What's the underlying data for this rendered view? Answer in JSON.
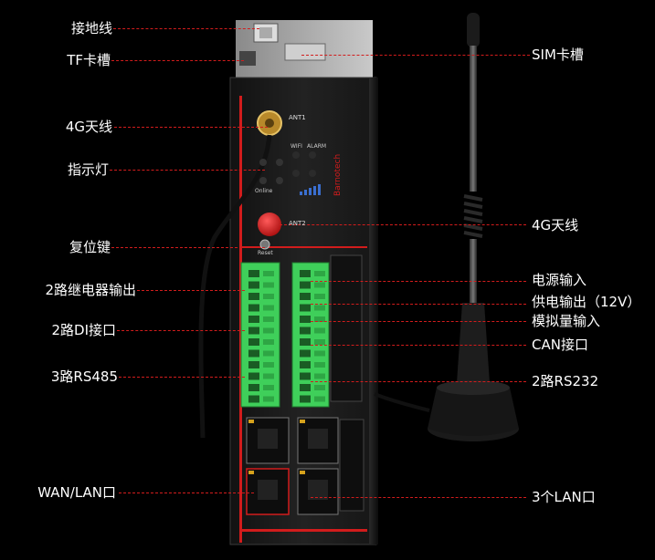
{
  "labels": {
    "ground": "接地线",
    "tf_slot": "TF卡槽",
    "antenna_4g_left": "4G天线",
    "indicator": "指示灯",
    "reset": "复位键",
    "relay_out": "2路继电器输出",
    "di": "2路DI接口",
    "rs485": "3路RS485",
    "wan_lan": "WAN/LAN口",
    "sim_slot": "SIM卡槽",
    "antenna_4g_right": "4G天线",
    "power_in": "电源输入",
    "power_out": "供电输出（12V）",
    "analog_in": "模拟量输入",
    "can": "CAN接口",
    "rs232": "2路RS232",
    "lan3": "3个LAN口"
  },
  "device": {
    "ant1": "ANT1",
    "ant2": "ANT2",
    "wifi": "WIFI",
    "alarm": "ALARM",
    "online": "Online",
    "brand": "Barnotech",
    "reset": "Reset"
  },
  "colors": {
    "accent": "#d21c1c",
    "terminal": "#3fcf5a",
    "body": "#1a1a1a"
  }
}
